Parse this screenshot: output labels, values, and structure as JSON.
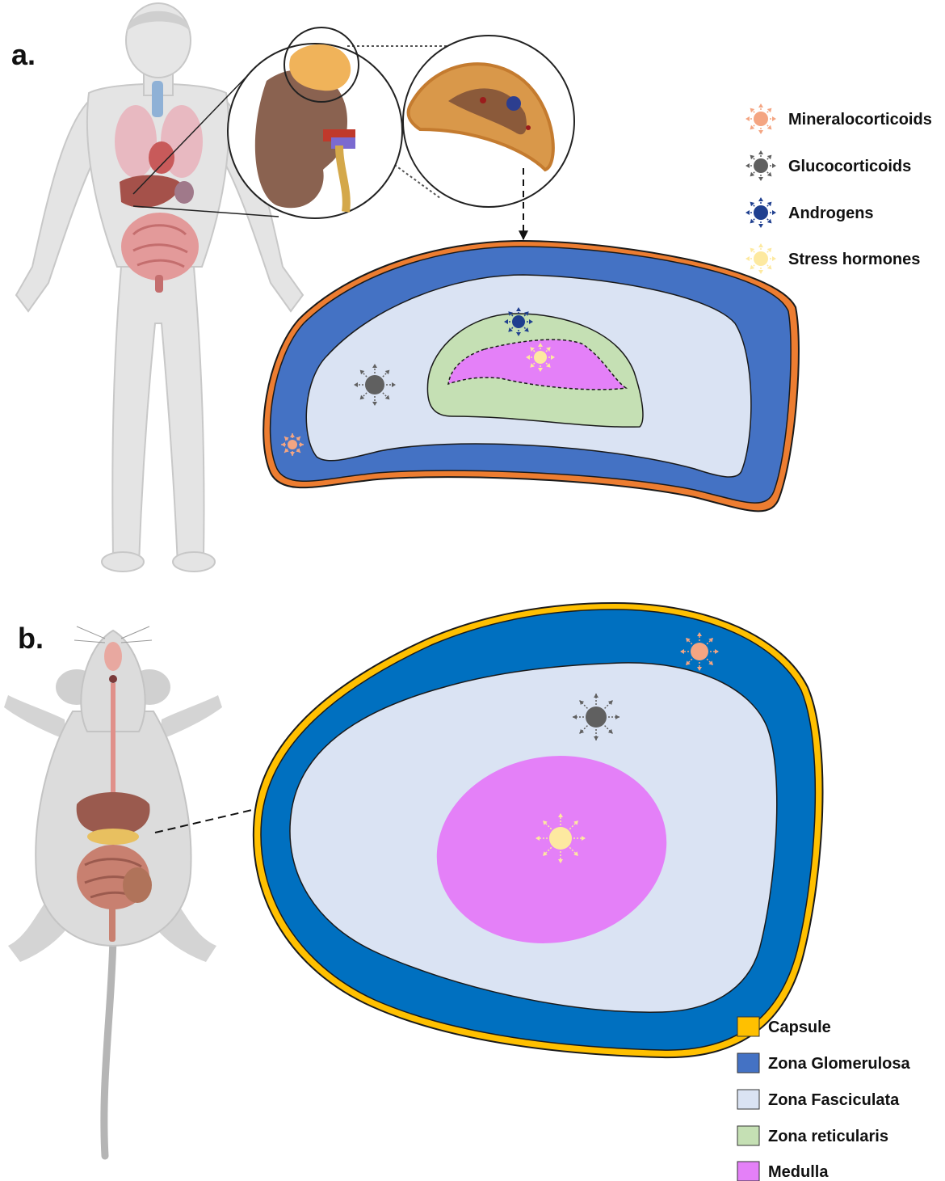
{
  "panel_a": {
    "label": "a.",
    "hormone_legend": [
      {
        "name": "Mineralocorticoids",
        "color": "#f4a582"
      },
      {
        "name": "Glucocorticoids",
        "color": "#606060"
      },
      {
        "name": "Androgens",
        "color": "#1f3f8f"
      },
      {
        "name": "Stress hormones",
        "color": "#fde9a0"
      }
    ]
  },
  "panel_b": {
    "label": "b.",
    "zone_legend": [
      {
        "name": "Capsule",
        "color": "#ffc000"
      },
      {
        "name": "Zona Glomerulosa",
        "color": "#4472c4"
      },
      {
        "name": "Zona Fasciculata",
        "color": "#dae3f3"
      },
      {
        "name": "Zona reticularis",
        "color": "#c5e0b4"
      },
      {
        "name": "Medulla",
        "color": "#e480f8"
      }
    ]
  },
  "colors": {
    "capsule_a": "#ed7d31",
    "glomerulosa_a": "#4472c4",
    "capsule_b": "#ffc000",
    "glomerulosa_b": "#0070c0",
    "fasciculata": "#dae3f3",
    "reticularis": "#c5e0b4",
    "medulla": "#e480f8"
  }
}
